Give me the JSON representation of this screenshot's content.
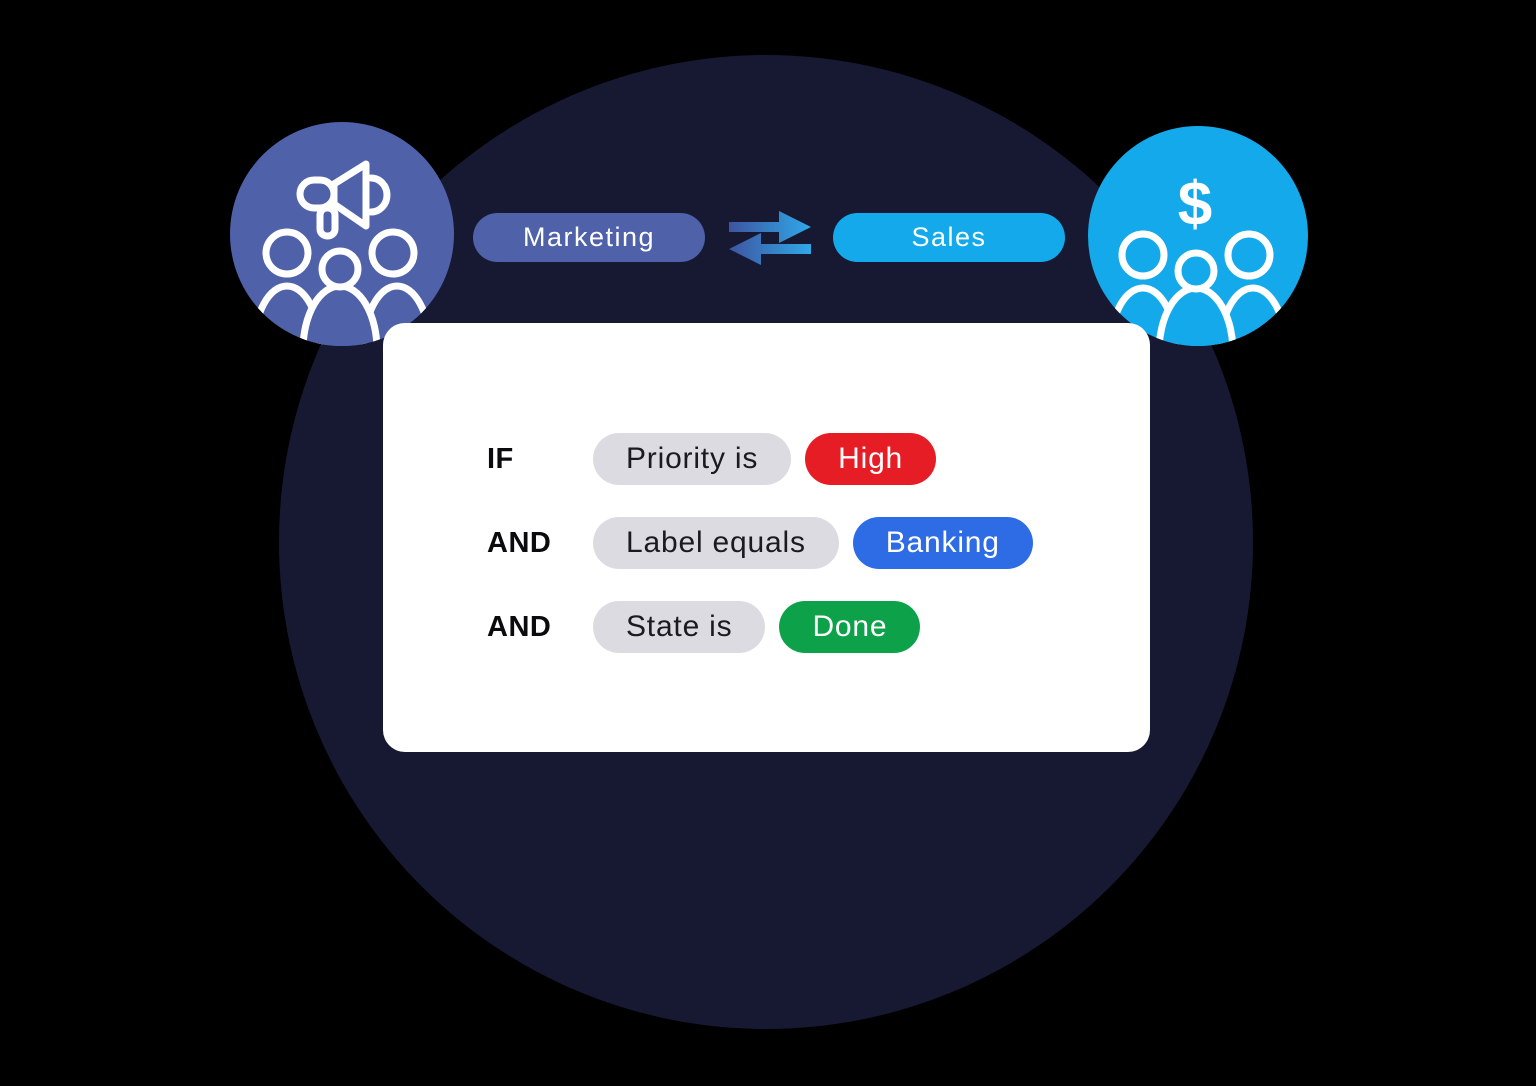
{
  "illustration": {
    "colors": {
      "background": "#000000",
      "halo_circle": "#171933",
      "marketing": "#4e61a9",
      "sales": "#14a9ea",
      "arrow_gradient_start": "#3e549f",
      "arrow_gradient_end": "#2fa9e9",
      "card": "#ffffff",
      "condition_pill": "#dcdbe2",
      "condition_text": "#1a1a20",
      "operator_text": "#0b0b0e",
      "value_text": "#ffffff",
      "team_pill_text": "#ffffff",
      "icon_stroke": "#ffffff"
    },
    "marketing_pill_label": "Marketing",
    "sales_pill_label": "Sales",
    "dollar_glyph": "$",
    "left_icon": "megaphone-audience-icon",
    "right_icon": "dollar-audience-icon",
    "exchange_icon": "two-way-sync-arrows-icon"
  },
  "rule_card": {
    "rows": [
      {
        "operator": "IF",
        "condition": "Priority is",
        "value": "High",
        "value_color": "#e71d26"
      },
      {
        "operator": "AND",
        "condition": "Label equals",
        "value": "Banking",
        "value_color": "#2d6ce5"
      },
      {
        "operator": "AND",
        "condition": "State is",
        "value": "Done",
        "value_color": "#0da24a"
      }
    ]
  }
}
